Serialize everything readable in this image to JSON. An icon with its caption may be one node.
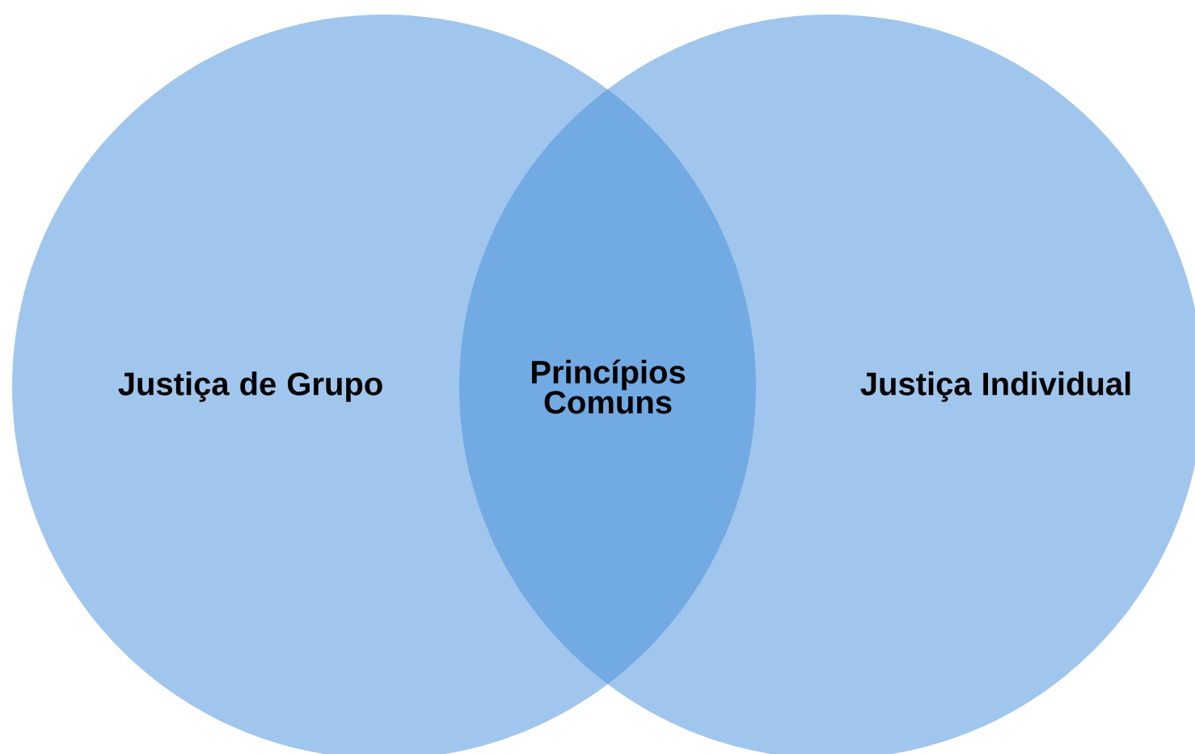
{
  "diagram": {
    "nodes": [
      {
        "text": [
          "Justiça de Grupo"
        ]
      },
      {
        "text": [
          "Princípios Comuns"
        ]
      },
      {
        "text": [
          "Justiça Individual"
        ]
      }
    ]
  }
}
